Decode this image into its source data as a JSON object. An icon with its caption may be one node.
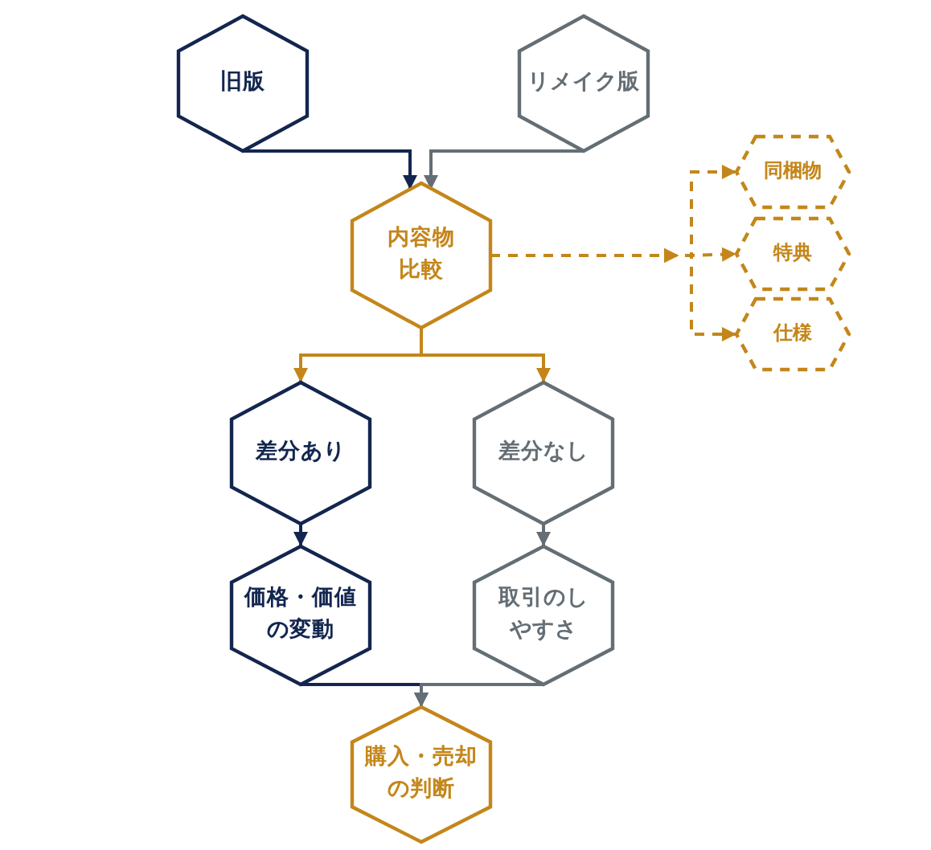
{
  "diagram": {
    "nodes": [
      {
        "text": [
          "旧版"
        ]
      },
      {
        "text": [
          "リメイク版"
        ]
      },
      {
        "text": [
          "内容物比較"
        ]
      },
      {
        "text": [
          "同梱物"
        ]
      },
      {
        "text": [
          "特典"
        ]
      },
      {
        "text": [
          "仕様"
        ]
      },
      {
        "text": [
          "差分あり"
        ]
      },
      {
        "text": [
          "差分なし"
        ]
      },
      {
        "text": [
          "価格・価値の変動"
        ]
      },
      {
        "text": [
          "取引のしやすさ"
        ]
      },
      {
        "text": [
          "購入・売却の判断"
        ]
      }
    ],
    "edges": [
      {
        "from": 0,
        "to": 2,
        "arrow": "to",
        "color": "#13264f"
      },
      {
        "from": 1,
        "to": 2,
        "arrow": "to",
        "color": "#646e74"
      },
      {
        "from": 2,
        "to": 3,
        "arrow": "to",
        "style": "dashed"
      },
      {
        "from": 2,
        "to": 4,
        "arrow": "to",
        "style": "dashed"
      },
      {
        "from": 2,
        "to": 5,
        "arrow": "to",
        "style": "dashed"
      },
      {
        "from": 2,
        "to": 6,
        "arrow": "to"
      },
      {
        "from": 2,
        "to": 7,
        "arrow": "to"
      },
      {
        "from": 6,
        "to": 8,
        "arrow": "to",
        "color": "#13264f"
      },
      {
        "from": 7,
        "to": 9,
        "arrow": "to",
        "color": "#646e74"
      },
      {
        "from": 8,
        "to": 10,
        "arrow": "to",
        "color": "#13264f"
      },
      {
        "from": 9,
        "to": 10,
        "arrow": "to",
        "color": "#646e74"
      }
    ]
  }
}
